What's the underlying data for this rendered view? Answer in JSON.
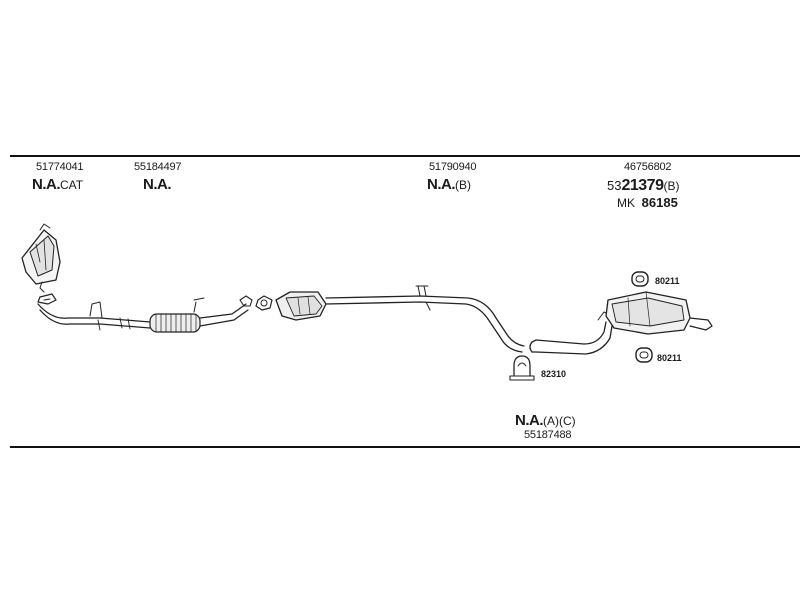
{
  "parts": {
    "p1": {
      "number": "51774041",
      "na": "N.A.",
      "suffix": "CAT"
    },
    "p2": {
      "number": "55184497",
      "na": "N.A."
    },
    "p3": {
      "number": "51790940",
      "na": "N.A.",
      "suffix": "(B)"
    },
    "p4": {
      "number": "46756802",
      "alt_prefix": "53",
      "alt_main": "21379",
      "alt_suffix": "(B)",
      "mk_prefix": "MK",
      "mk_number": "86185"
    },
    "bottom": {
      "na": "N.A.",
      "suffix": "(A)(C)",
      "number": "55187488"
    }
  },
  "fittings": {
    "clamp": "82310",
    "ring_top": "80211",
    "ring_bottom": "80211"
  }
}
